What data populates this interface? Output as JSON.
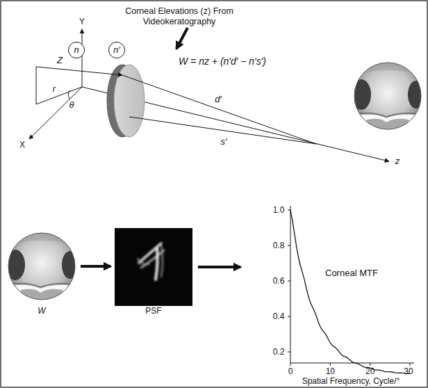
{
  "diagram": {
    "nodes": [
      {
        "text": [
          "n"
        ]
      },
      {
        "text": [
          "n′"
        ]
      },
      {
        "text": [
          "W"
        ]
      },
      {
        "text": [
          "PSF"
        ]
      },
      {
        "text": [
          "Corneal MTF"
        ]
      }
    ],
    "edges": [
      {
        "from": 2,
        "to": 3,
        "arrow": "to"
      },
      {
        "from": 3,
        "to": 4,
        "arrow": "to"
      }
    ],
    "labels": [
      "Corneal Elevations (z) From Videokeratography",
      "W = nz + (n′d′ − n′s′)",
      "Y",
      "Z",
      "r",
      "θ",
      "X",
      "d′",
      "s′",
      "z",
      "1.0",
      "0.8",
      "0.6",
      "0.4",
      "0.2",
      "0",
      "10",
      "20",
      "30",
      "Spatial Frequency, Cycle/°"
    ]
  }
}
